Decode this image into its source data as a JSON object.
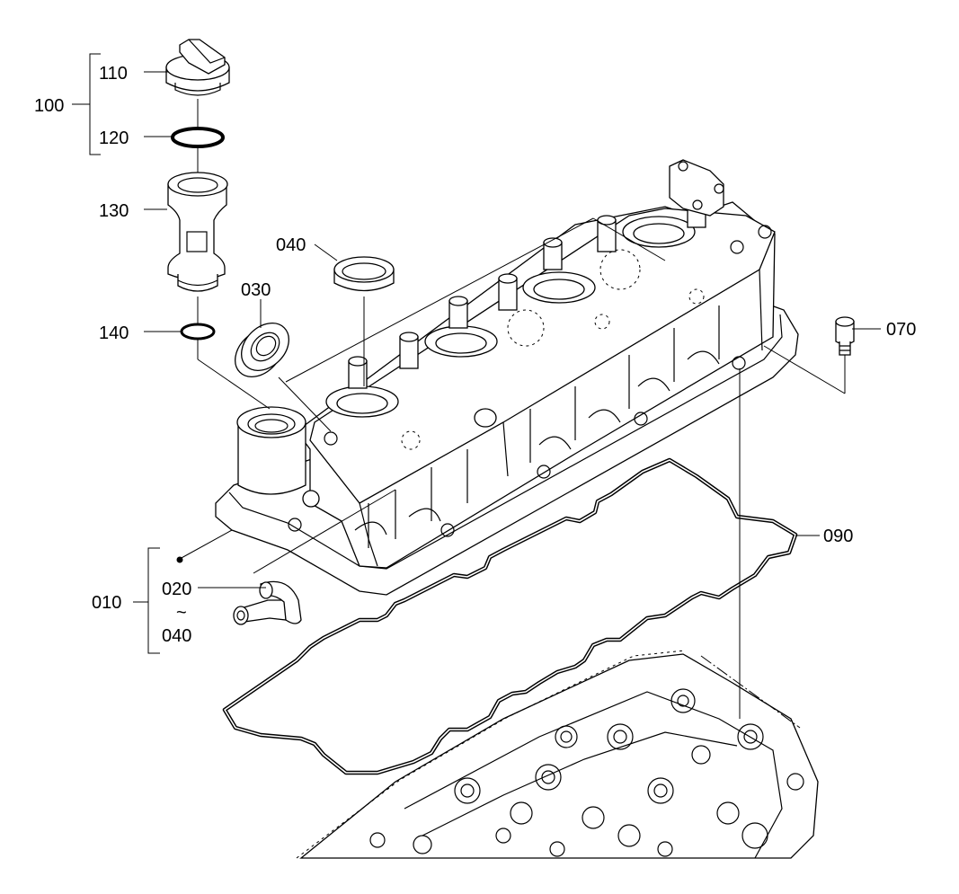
{
  "labels": {
    "p100": "100",
    "p110": "110",
    "p120": "120",
    "p130": "130",
    "p140": "140",
    "p040_top": "040",
    "p030": "030",
    "p070": "070",
    "p090": "090",
    "p010": "010",
    "p020": "020",
    "tilde": "~",
    "p040_bottom": "040"
  },
  "icons": {
    "oil_filler_cap": "oil-filler-cap-icon",
    "o_ring": "o-ring-icon",
    "filler_neck": "filler-neck-icon",
    "oil_seal": "oil-seal-icon",
    "plug_cap": "plug-cap-icon",
    "bolt": "bolt-icon",
    "gasket": "gasket-icon",
    "cylinder_head_cover": "cylinder-head-cover-icon",
    "breather_hose": "breather-hose-icon",
    "cylinder_head": "cylinder-head-icon"
  }
}
